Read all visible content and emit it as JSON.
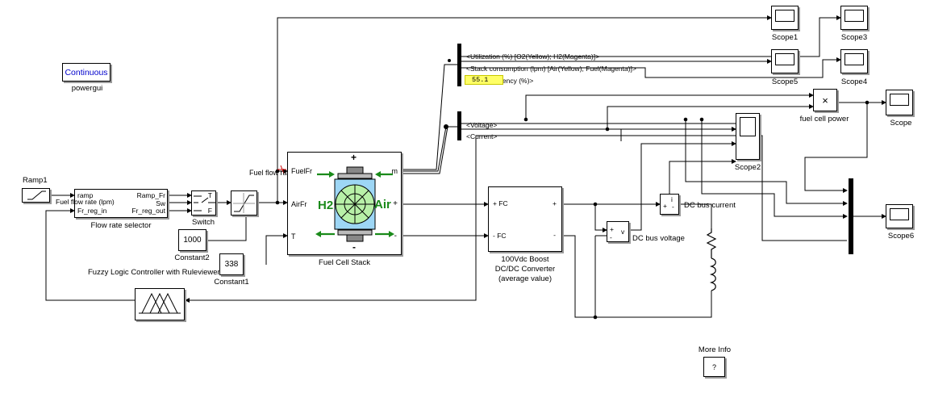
{
  "powergui": {
    "label": "Continuous",
    "caption": "powergui"
  },
  "ramp1": {
    "caption": "Ramp1"
  },
  "flow_rate_selector": {
    "caption": "Flow rate selector",
    "in_ports": [
      "ramp",
      "Fuel flow rate (lpm)",
      "Fr_reg_in"
    ],
    "out_ports": [
      "Ramp_Fr",
      "Sw",
      "Fr_reg_out"
    ]
  },
  "switch": {
    "caption": "Switch",
    "port_t": "T",
    "port_f": "F"
  },
  "constant2": {
    "value": "1000",
    "caption": "Constant2"
  },
  "constant1": {
    "value": "338",
    "caption": "Constant1"
  },
  "fuel_flow_label": {
    "text": "Fuel flow rate (lpm)"
  },
  "fuel_cell_stack": {
    "caption": "Fuel Cell Stack",
    "ports": {
      "fuelfr": "FuelFr",
      "airfr": "AirFr",
      "t": "T",
      "m": "m",
      "plus": "+",
      "minus": "-"
    },
    "h2": "H2",
    "air": "Air",
    "top_sign": "+",
    "bottom_sign": "-"
  },
  "bus_selector_1": {
    "items": [
      "<Utilization (%) [O2(Yellow); H2(Magenta)]>",
      "<Stack consumption (lpm) [Air(Yellow); Fuel(Magenta)]>",
      "<Efficiency (%)>"
    ],
    "display_value": "55.1",
    "partial_visible": "iency (%)>"
  },
  "bus_selector_2": {
    "items": [
      "<Voltage>",
      "<Current>"
    ]
  },
  "dcdc": {
    "ports": {
      "fc_plus": "+ FC",
      "fc_minus": "- FC",
      "out_plus": "+",
      "out_minus": "-"
    },
    "caption_lines": [
      "100Vdc Boost",
      "DC/DC Converter",
      "(average value)"
    ]
  },
  "fuzzy": {
    "caption": "Fuzzy Logic  Controller  with Ruleviewer"
  },
  "product": {
    "symbol": "×",
    "caption": "fuel cell power"
  },
  "current_meas": {
    "caption": "DC bus current",
    "port_i": "i",
    "port_plus": "+",
    "port_minus": "-"
  },
  "voltage_meas": {
    "caption": "DC bus voltage",
    "port_v": "v",
    "port_plus": "+",
    "port_minus": "-"
  },
  "scopes": {
    "scope1": "Scope1",
    "scope2": "Scope2",
    "scope3": "Scope3",
    "scope4": "Scope4",
    "scope5": "Scope5",
    "scope6": "Scope6",
    "scope": "Scope"
  },
  "more_info": {
    "caption": "More Info",
    "symbol": "?"
  },
  "colors": {
    "h2_green": "#1a8a1a",
    "arrow_green": "#2a8a2a",
    "powergui_blue": "#0000cc",
    "display_yellow": "#ffff66"
  }
}
